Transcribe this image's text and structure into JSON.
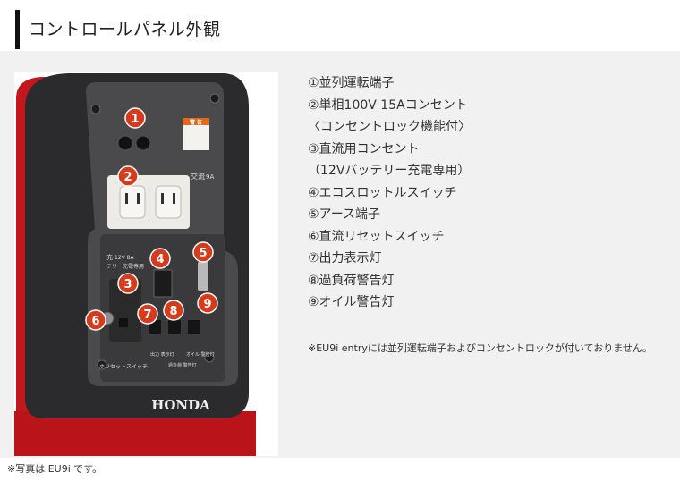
{
  "header": {
    "title": "コントロールパネル外観"
  },
  "features": [
    "①並列運転端子",
    "②単相100V 15Aコンセント",
    "〈コンセントロック機能付〉",
    "③直流用コンセント",
    "（12Vバッテリー充電専用）",
    "④エコスロットルスイッチ",
    "⑤アース端子",
    "⑥直流リセットスイッチ",
    "⑦出力表示灯",
    "⑧過負荷警告灯",
    "⑨オイル警告灯"
  ],
  "note": "※EU9i entryには並列運転端子およびコンセントロックが付いておりません。",
  "footnote": "※写真は EU9i です。",
  "photo": {
    "brand": "HONDA",
    "callouts": [
      "1",
      "2",
      "3",
      "4",
      "5",
      "6",
      "7",
      "8",
      "9"
    ],
    "labels": {
      "warning": "警 告",
      "ac": "交流",
      "ac_amp": "9A",
      "dc": "充",
      "dc_spec": "12V 8A",
      "dc_use": "テリー充電専用",
      "reset": "ホリセットスイッチ",
      "out": "出力 表示灯",
      "overload": "過負荷 警告灯",
      "oil": "オイル 警告灯"
    },
    "colors": {
      "body": "#c4171d",
      "panel": "#3f3f41",
      "callout": "#d83a1c"
    }
  }
}
